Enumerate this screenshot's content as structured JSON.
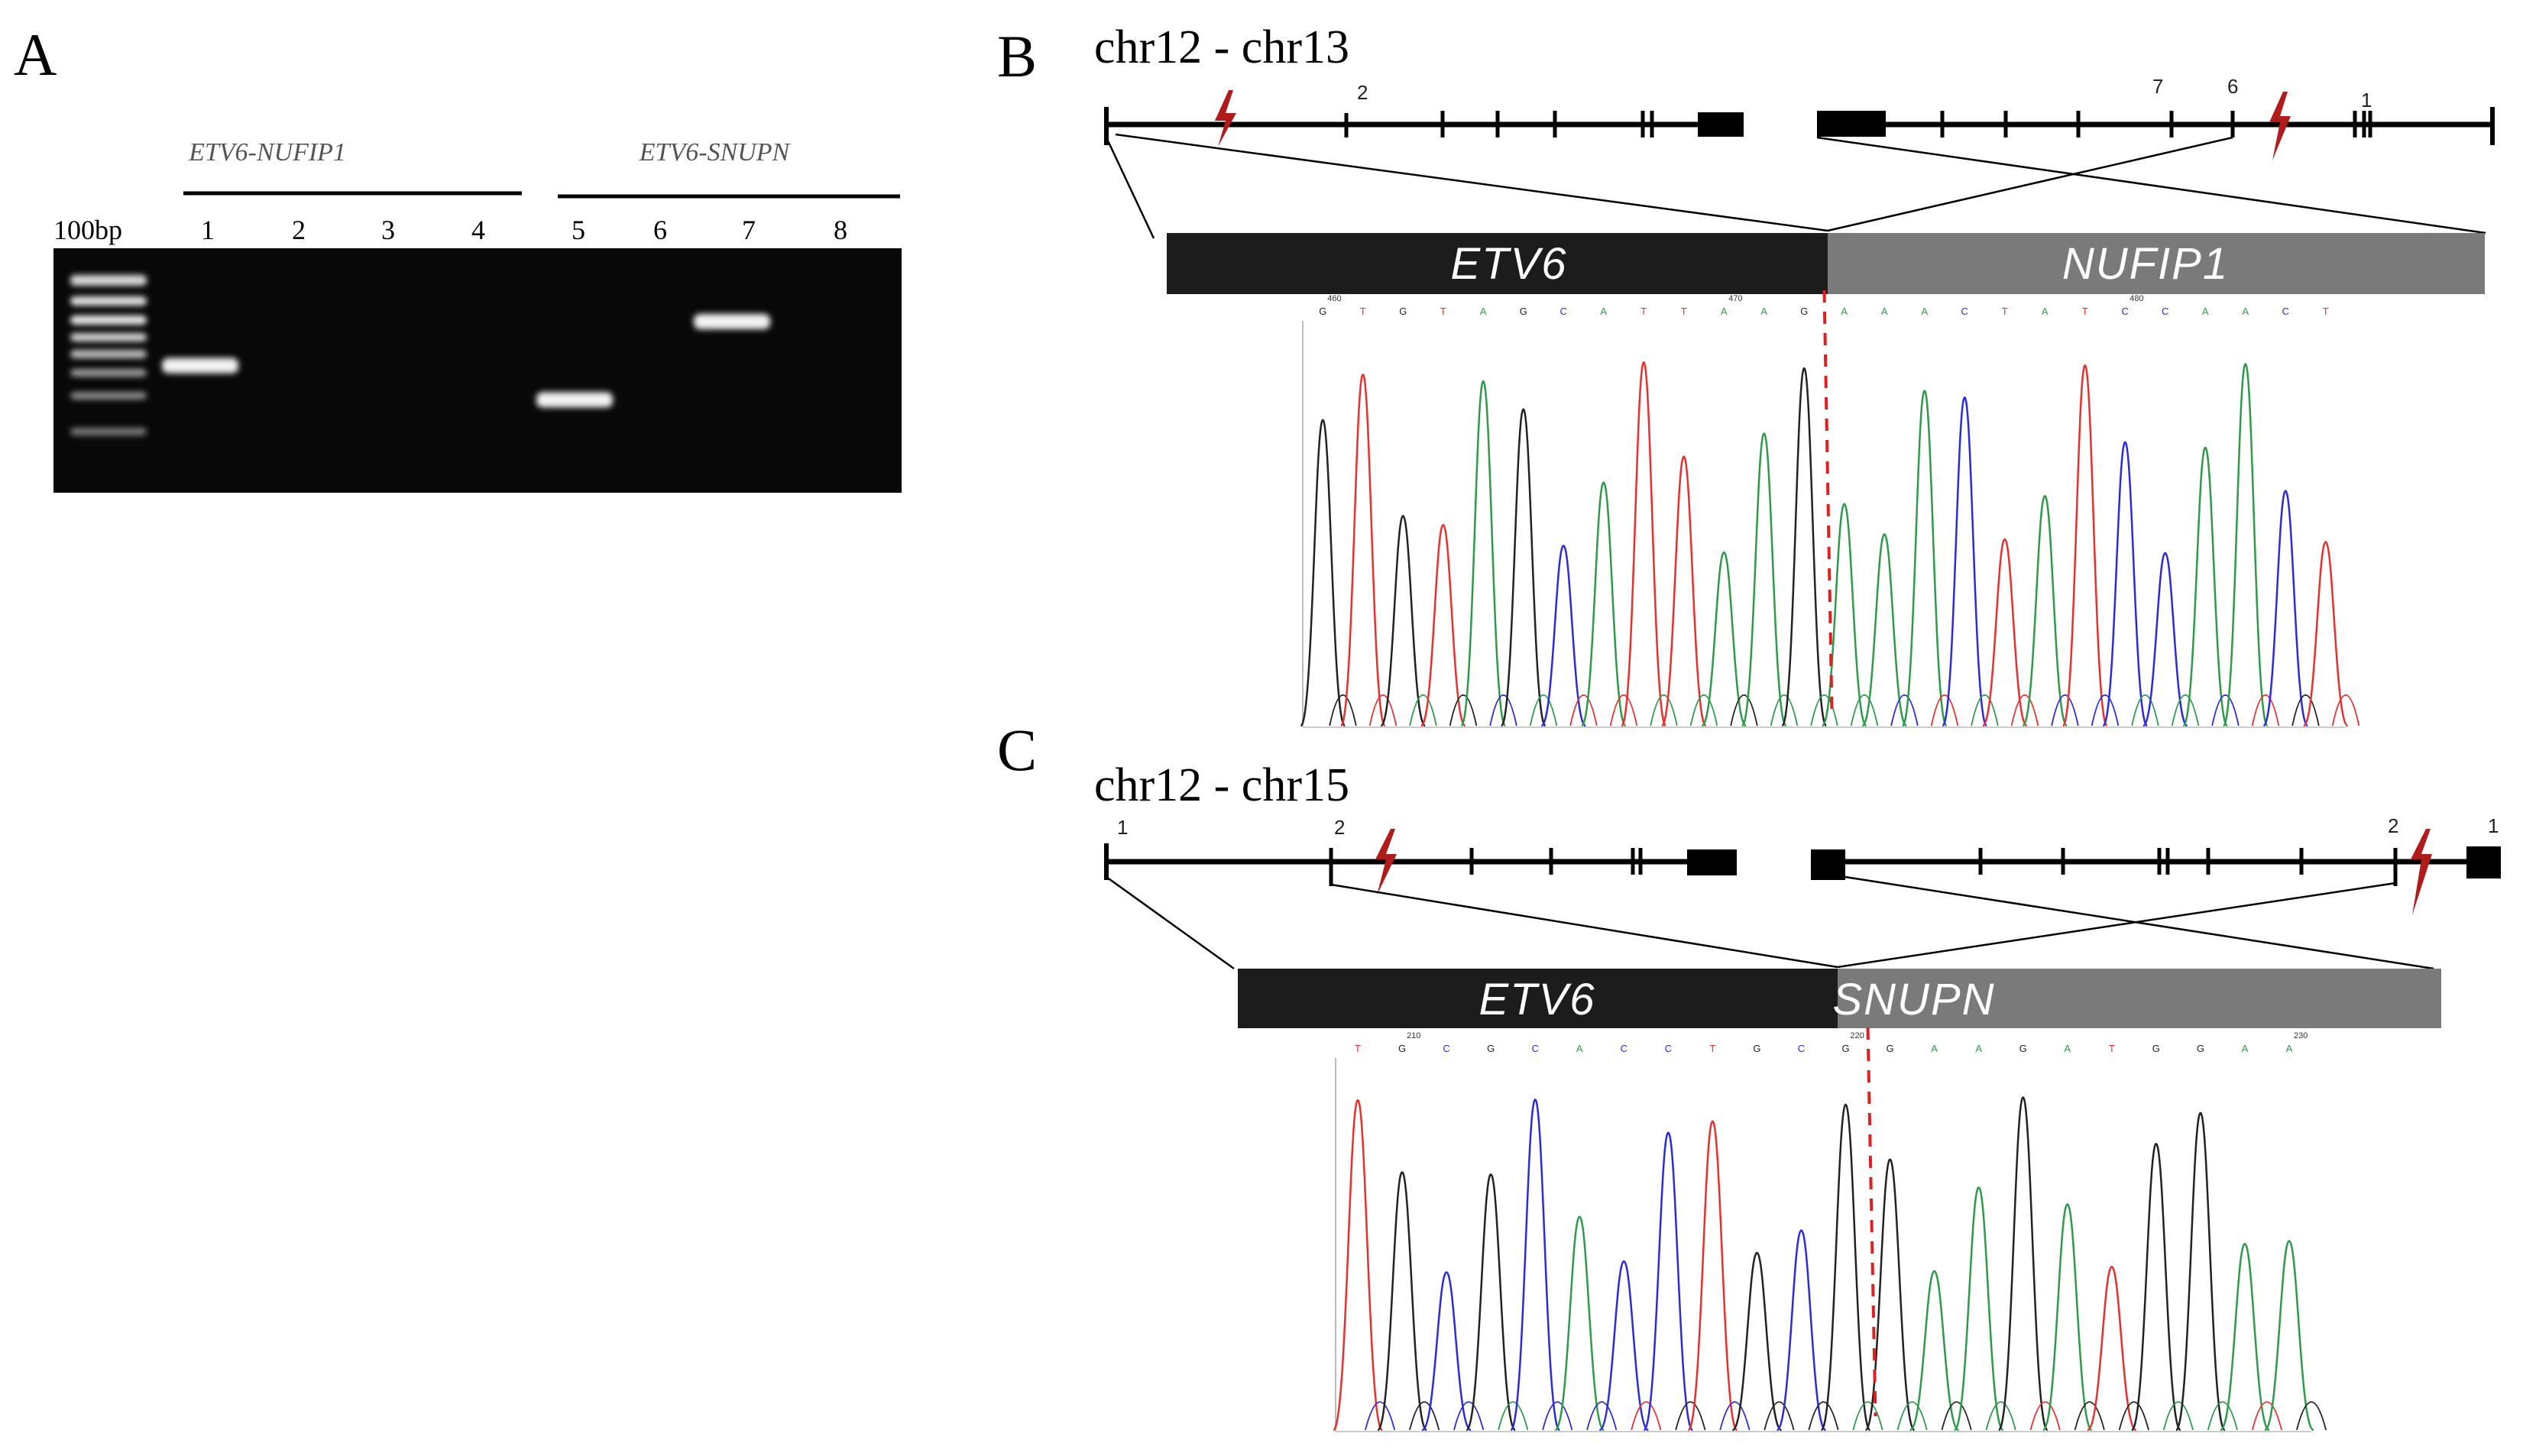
{
  "panels": {
    "A": {
      "letter": "A",
      "ladder_label": "100bp",
      "lanes": [
        "1",
        "2",
        "3",
        "4",
        "5",
        "6",
        "7",
        "8"
      ],
      "groups": [
        {
          "label": "ETV6-NUFIP1"
        },
        {
          "label": "ETV6-SNUPN"
        }
      ],
      "bands": [
        {
          "lane": "1",
          "relative_migration": 0.48
        },
        {
          "lane": "5",
          "relative_migration": 0.62
        },
        {
          "lane": "7",
          "relative_migration": 0.3
        }
      ]
    },
    "B": {
      "letter": "B",
      "chromosome_label": "chr12 - chr13",
      "exon_labels": {
        "left": [
          "2"
        ],
        "right": [
          "7",
          "6",
          "1"
        ]
      },
      "fusion": {
        "left_gene": "ETV6",
        "right_gene": "NUFIP1"
      },
      "positions": [
        "460",
        "470",
        "480"
      ],
      "sequence": "GTGTAGCATTAAGAAACTATCCAACT",
      "junction_index": 13
    },
    "C": {
      "letter": "C",
      "chromosome_label": "chr12 - chr15",
      "exon_labels": {
        "left": [
          "1",
          "2"
        ],
        "right": [
          "2",
          "1"
        ]
      },
      "fusion": {
        "left_gene": "ETV6",
        "right_gene": "SNUPN"
      },
      "positions": [
        "210",
        "220",
        "230"
      ],
      "sequence": "TGCGCACCTGCGGAAGATGGAA",
      "junction_index": 12
    }
  },
  "colors": {
    "A": "#2e9a4a",
    "C": "#2b2bd9",
    "G": "#222222",
    "T": "#e83030",
    "junction": "#e02020",
    "break": "#b01c1c",
    "left_bar": "#1c1c1c",
    "right_bar": "#7a7a7a"
  }
}
